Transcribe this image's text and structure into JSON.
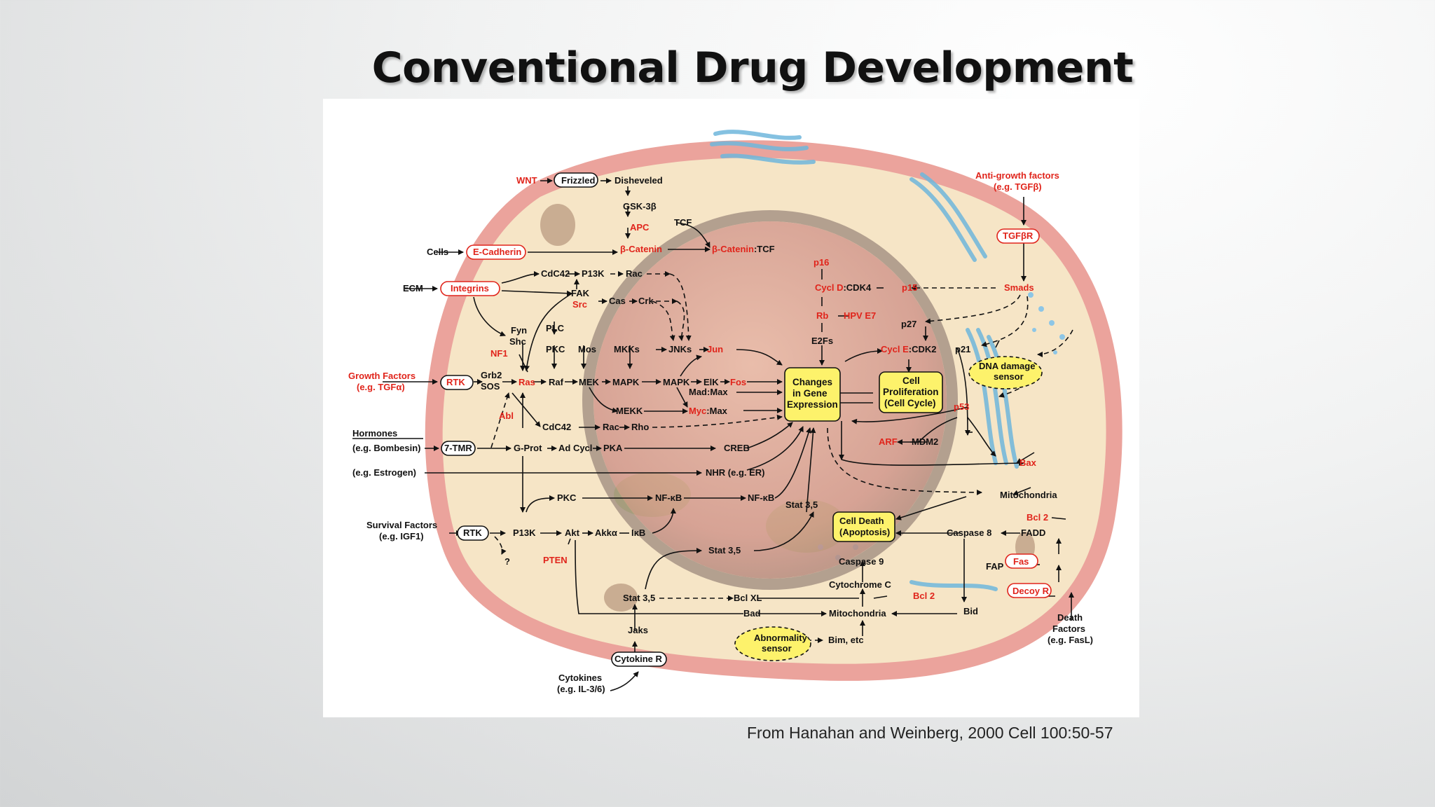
{
  "slide": {
    "title": "Conventional Drug Development",
    "citation": "From Hanahan and Weinberg, 2000 Cell 100:50-57"
  },
  "colors": {
    "signal_red": "#e0241b",
    "node_yellow": "#fdf26b",
    "membrane": "#e8a09a",
    "cytoplasm": "#f6e7c9"
  },
  "diagram": {
    "labels": {
      "wnt": "WNT",
      "frizzled": "Frizzled",
      "disheveled": "Disheveled",
      "gsk3b": "GSK-3β",
      "apc": "APC",
      "tcf_top": "TCF",
      "cells": "Cells",
      "e_cadherin": "E-Cadherin",
      "b_catenin": "β-Catenin",
      "b_catenin_tcf_red": "β-Catenin",
      "b_catenin_tcf_black": ":TCF",
      "ecm": "ECM",
      "integrins": "Integrins",
      "cdc42_top": "CdC42",
      "pi3k_top": "P13K",
      "rac_top": "Rac",
      "fak": "FAK",
      "src": "Src",
      "cas": "Cas",
      "crk": "Crk",
      "fyn": "Fyn",
      "shc": "Shc",
      "plc": "PLC",
      "pkc_mid": "PKC",
      "mos": "Mos",
      "mkks": "MKKs",
      "jnks": "JNKs",
      "jun": "Jun",
      "nf1": "NF1",
      "growth_factors": "Growth Factors",
      "tgfa": "(e.g. TGFα)",
      "rtk_growth": "RTK",
      "grb2": "Grb2",
      "sos": "SOS",
      "ras": "Ras",
      "raf": "Raf",
      "mek": "MEK",
      "mapk1": "MAPK",
      "mapk2": "MAPK",
      "elk": "ElK",
      "fos": "Fos",
      "mad_max": "Mad:Max",
      "mekk": "MEKK",
      "myc": "Myc",
      "myc_max": ":Max",
      "abl": "Abl",
      "cdc42_low": "CdC42",
      "rac_low": "Rac",
      "rho": "Rho",
      "hormones": "Hormones",
      "bombesin": "(e.g. Bombesin)",
      "seven_tmr": "7-TMR",
      "gprot": "G-Prot",
      "adcycl": "Ad Cycl",
      "pka": "PKA",
      "creb": "CREB",
      "estrogen": "(e.g. Estrogen)",
      "nhr": "NHR (e.g. ER)",
      "pkc_low": "PKC",
      "nfkb1": "NF-κB",
      "nfkb2": "NF-κB",
      "survival_factors": "Survival Factors",
      "igf1": "(e.g. IGF1)",
      "rtk_survival": "RTK",
      "pi3k_low": "P13K",
      "akt": "Akt",
      "akka": "Akkα",
      "ikb": "IκB",
      "question": "?",
      "pten": "PTEN",
      "stat35_mid": "Stat 3,5",
      "stat35_right": "Stat 3,5",
      "stat35_low": "Stat 3,5",
      "jaks": "Jaks",
      "cytokine_r": "Cytokine R",
      "cytokines": "Cytokines",
      "il36": "(e.g. IL-3/6)",
      "bcl_xl": "Bcl XL",
      "bad": "Bad",
      "abnormality_sensor_1": "Abnormality",
      "abnormality_sensor_2": "sensor",
      "bim": "Bim, etc",
      "mitochondria_low": "Mitochondria",
      "cytochrome_c": "Cytochrome C",
      "bcl2_low": "Bcl 2",
      "caspase9": "Caspase 9",
      "cell_death_1": "Cell Death",
      "cell_death_2": "(Apoptosis)",
      "caspase8": "Caspase 8",
      "bid": "Bid",
      "fadd": "FADD",
      "bcl2_right": "Bcl 2",
      "mitochondria_right": "Mitochondria",
      "bax": "Bax",
      "fap": "FAP",
      "fas": "Fas",
      "decoy_r": "Decoy R",
      "death_factors_1": "Death",
      "death_factors_2": "Factors",
      "fasl": "(e.g. FasL)",
      "anti_growth_1": "Anti-growth factors",
      "anti_growth_2": "(e.g. TGFβ)",
      "tgfbr": "TGFβR",
      "smads": "Smads",
      "p15": "p15",
      "p16": "p16",
      "cycld_red": "Cycl D",
      "cycld_black": ":CDK4",
      "rb": "Rb",
      "hpv_e7": "HPV E7",
      "e2fs": "E2Fs",
      "p27": "p27",
      "cycle_red": "Cycl E",
      "cycle_black": ":CDK2",
      "p21": "p21",
      "dna_damage_1": "DNA damage",
      "dna_damage_2": "sensor",
      "p53": "p53",
      "arf": "ARF",
      "mdm2": "MDM2",
      "changes_1": "Changes",
      "changes_2": "in Gene",
      "changes_3": "Expression",
      "prolif_1": "Cell",
      "prolif_2": "Proliferation",
      "prolif_3": "(Cell Cycle)"
    }
  }
}
